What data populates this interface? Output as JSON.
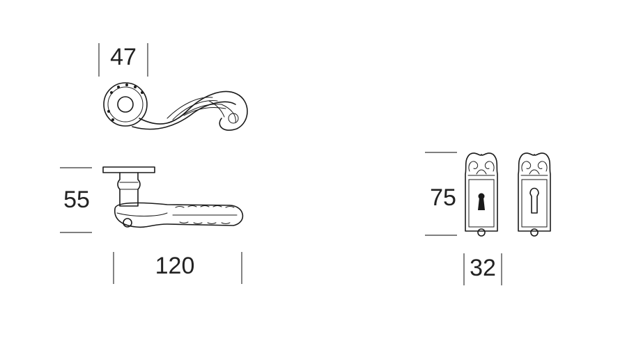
{
  "dimensions": {
    "handle_top_width": "47",
    "handle_height": "55",
    "handle_length": "120",
    "escutcheon_height": "75",
    "escutcheon_width": "32"
  },
  "colors": {
    "ink": "#1a1a1a",
    "background": "#ffffff"
  }
}
